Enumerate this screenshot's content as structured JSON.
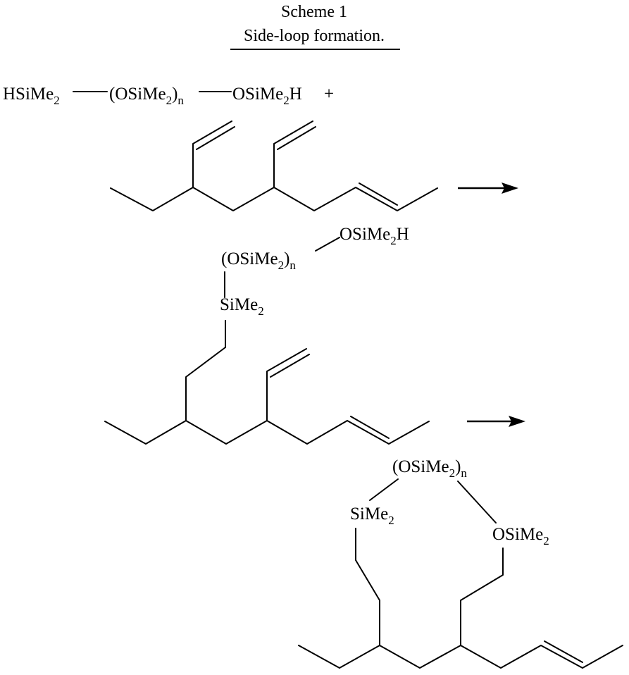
{
  "title": "Scheme 1",
  "subtitle": "Side-loop formation.",
  "reactant1": {
    "left": "HSiMe2",
    "middle": "(OSiMe2)n",
    "right": "OSiMe2H",
    "plus": "+"
  },
  "intermediate": {
    "chain": "(OSiMe2)n",
    "end": "OSiMe2H",
    "silicon": "SiMe2"
  },
  "product": {
    "chain": "(OSiMe2)n",
    "left_si": "SiMe2",
    "right_si": "OSiMe2"
  }
}
